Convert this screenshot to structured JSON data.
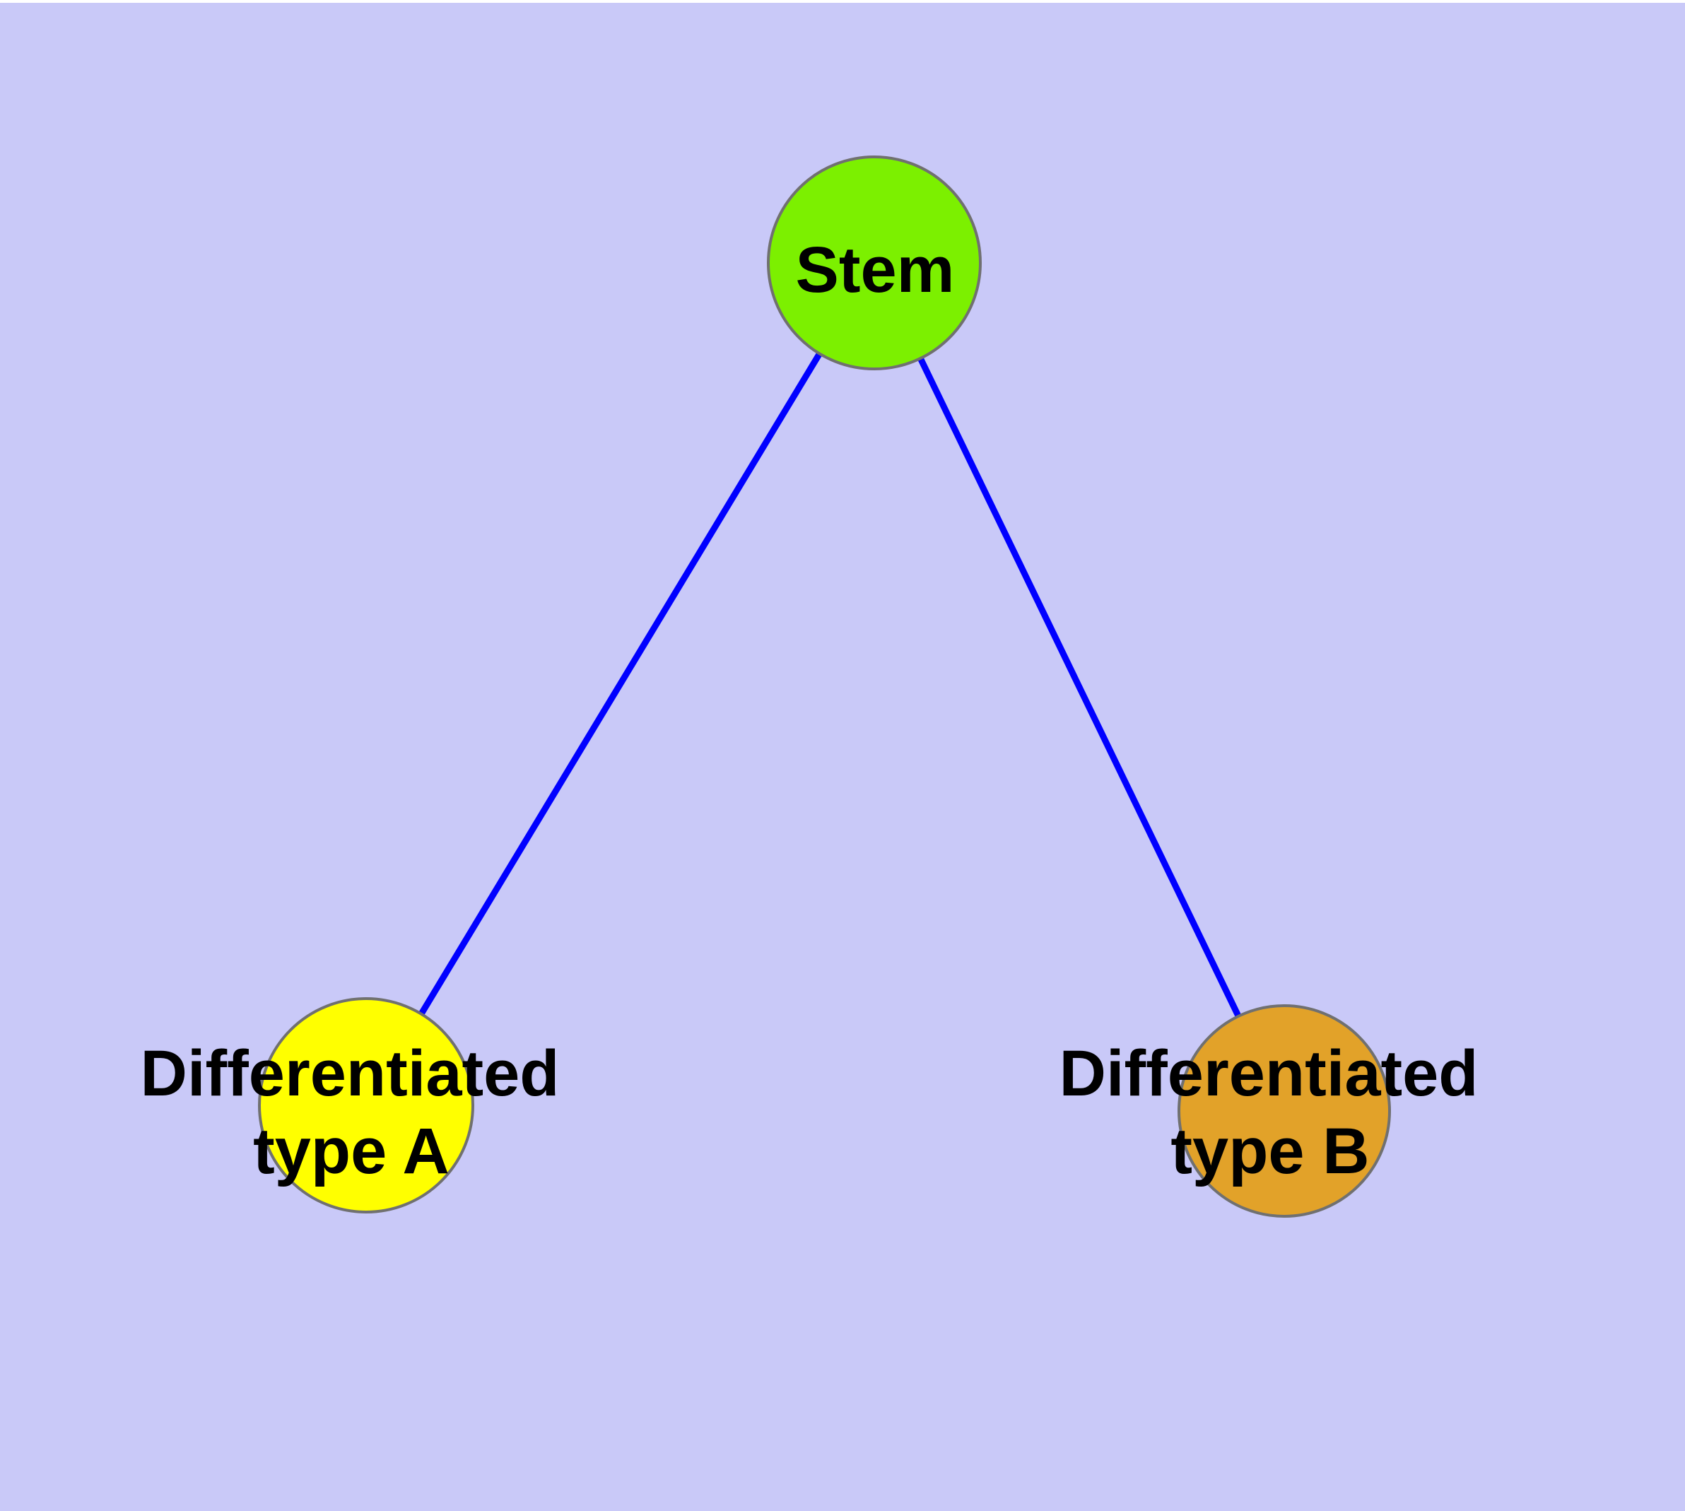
{
  "diagram": {
    "background_color": "#C9C9F8",
    "page_margin_color": "#FFFFFF",
    "text_color": "#000000",
    "node_border_color": "#707070",
    "edge": {
      "color": "#0000FF"
    },
    "nodes": [
      {
        "id": "stem",
        "label": "Stem",
        "fill": "#7CF000"
      },
      {
        "id": "differentiated-type-a",
        "label_line1": "Differentiated",
        "label_line2": "type A",
        "fill": "#FFFF00"
      },
      {
        "id": "differentiated-type-b",
        "label_line1": "Differentiated",
        "label_line2": "type B",
        "fill": "#E2A229"
      }
    ],
    "edges": [
      {
        "from": "stem",
        "to": "differentiated-type-a"
      },
      {
        "from": "stem",
        "to": "differentiated-type-b"
      }
    ]
  }
}
